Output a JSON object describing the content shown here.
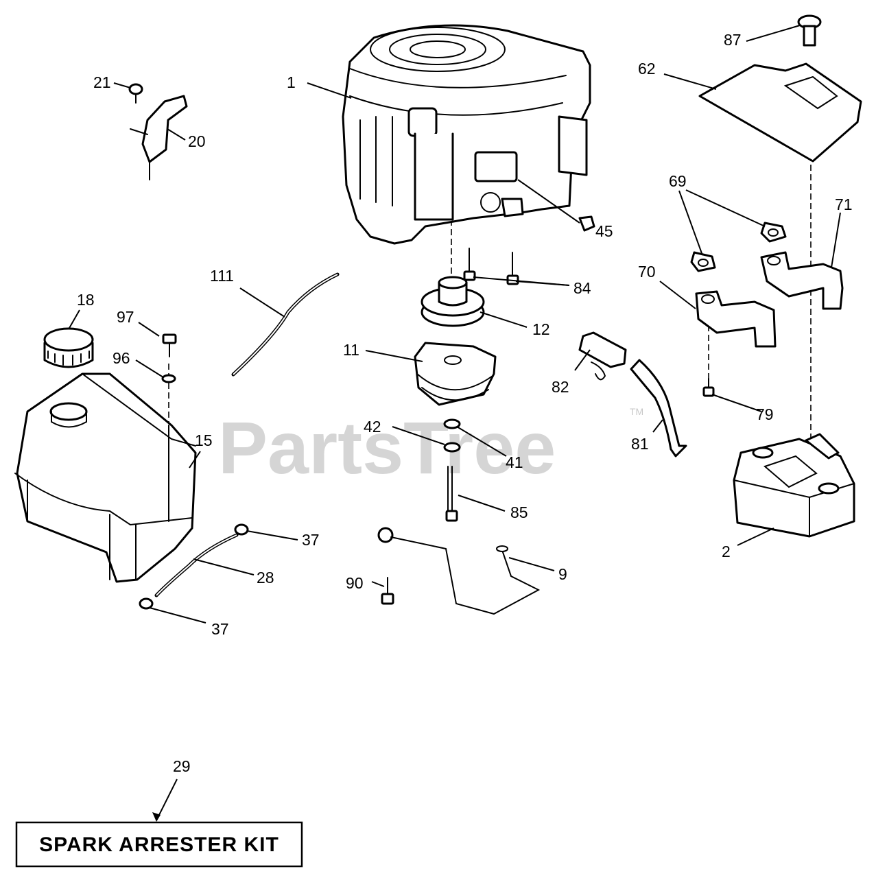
{
  "watermark": {
    "brand": "PartsTree",
    "trademark": "TM"
  },
  "kit": {
    "label": "SPARK ARRESTER KIT",
    "callout": "29"
  },
  "callouts": {
    "c1": "1",
    "c2": "2",
    "c9": "9",
    "c11": "11",
    "c12": "12",
    "c15": "15",
    "c18": "18",
    "c20": "20",
    "c21": "21",
    "c28": "28",
    "c37a": "37",
    "c37b": "37",
    "c41": "41",
    "c42": "42",
    "c45": "45",
    "c62": "62",
    "c69": "69",
    "c70": "70",
    "c71": "71",
    "c79": "79",
    "c81": "81",
    "c82": "82",
    "c84": "84",
    "c85": "85",
    "c87": "87",
    "c90": "90",
    "c96": "96",
    "c97": "97",
    "c111": "111"
  }
}
